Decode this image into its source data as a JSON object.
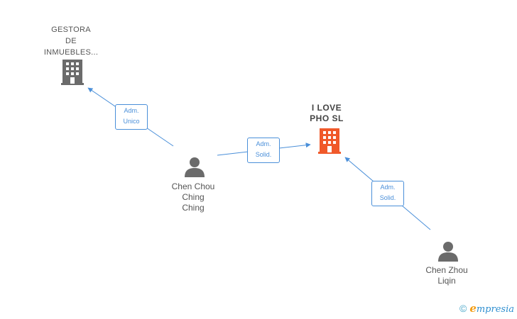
{
  "nodes": {
    "gestora": {
      "label": "GESTORA\nDE\nINMUEBLES...",
      "icon": "building-icon",
      "color": "#6b6b6b"
    },
    "ilove": {
      "label": "I LOVE\nPHO SL",
      "icon": "building-icon",
      "color": "#f0592a"
    },
    "chen_chou": {
      "label": "Chen Chou\nChing\nChing",
      "icon": "person-icon",
      "color": "#6b6b6b"
    },
    "chen_zhou": {
      "label": "Chen Zhou\nLiqin",
      "icon": "person-icon",
      "color": "#6b6b6b"
    }
  },
  "edges": [
    {
      "from": "chen_chou",
      "to": "gestora",
      "line1": "Adm.",
      "line2": "Unico"
    },
    {
      "from": "chen_chou",
      "to": "ilove",
      "line1": "Adm.",
      "line2": "Solid."
    },
    {
      "from": "chen_zhou",
      "to": "ilove",
      "line1": "Adm.",
      "line2": "Solid."
    }
  ],
  "footer": {
    "copyright": "©",
    "brand_initial": "e",
    "brand_rest": "mpresia"
  },
  "colors": {
    "edge": "#4a8fd9",
    "focus_company": "#f0592a",
    "entity": "#6b6b6b"
  }
}
